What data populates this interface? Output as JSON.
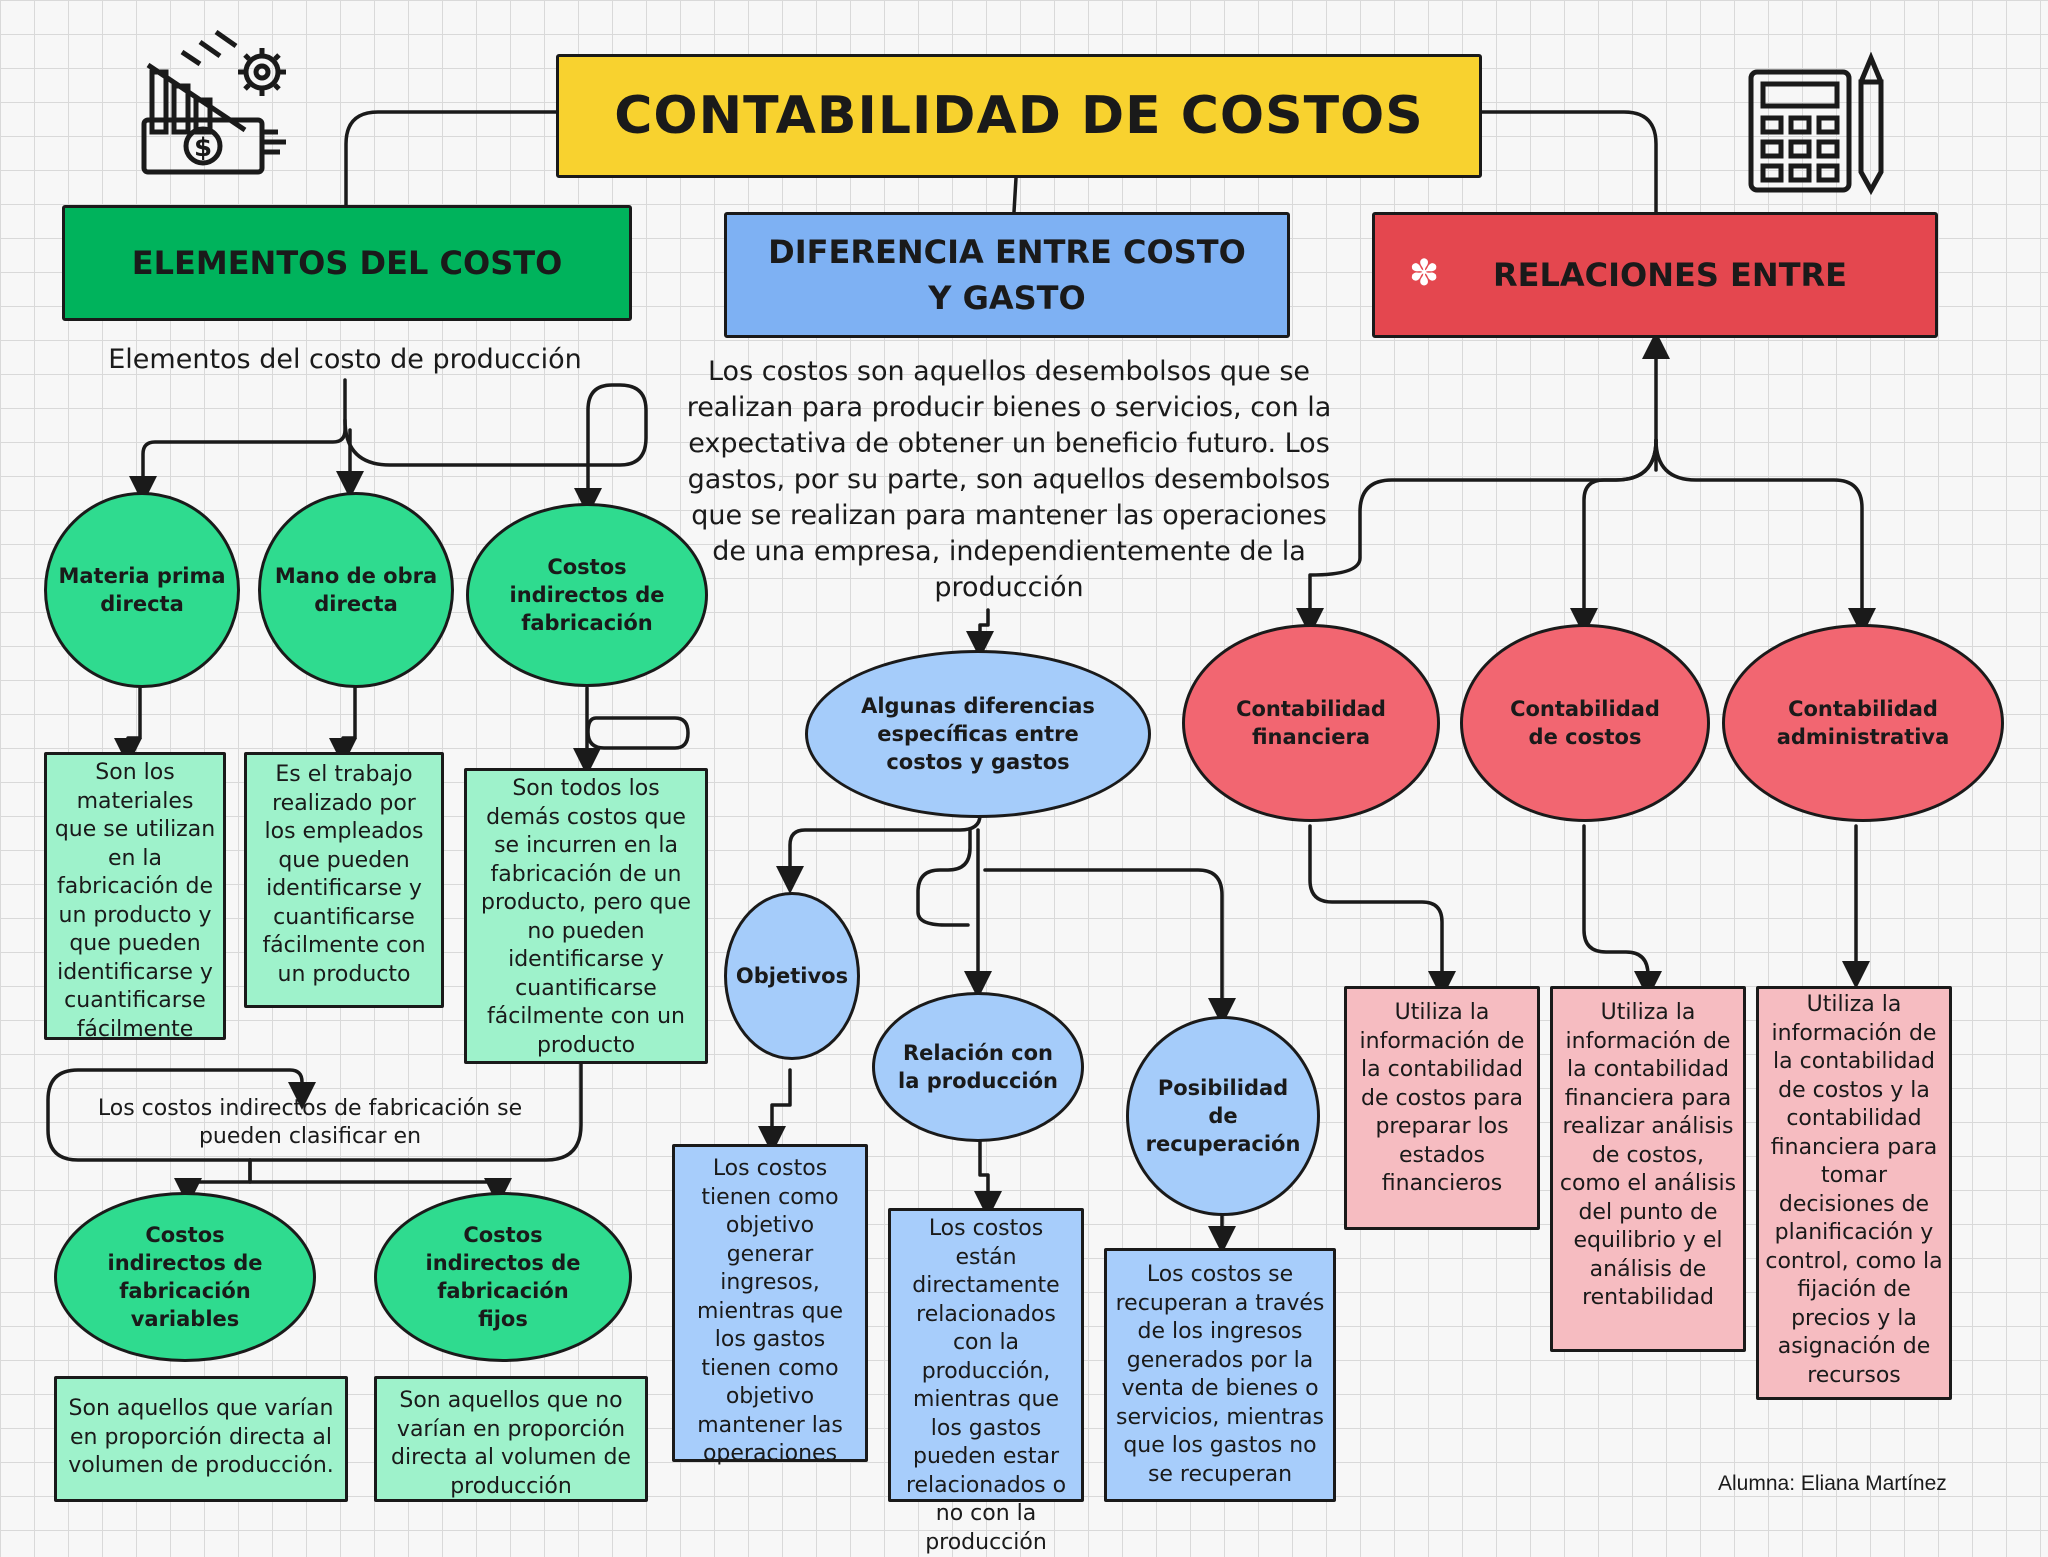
{
  "title": "CONTABILIDAD DE COSTOS",
  "headers": {
    "elementos": "ELEMENTOS DEL COSTO",
    "diferencia": "DIFERENCIA ENTRE COSTO Y GASTO",
    "relaciones": "RELACIONES ENTRE"
  },
  "elementos": {
    "intro": "Elementos del costo de producción",
    "nodes": [
      {
        "label": "Materia prima directa",
        "desc": "Son los materiales que se utilizan en la fabricación de un producto y que pueden identificarse y cuantificarse fácilmente"
      },
      {
        "label": "Mano de obra directa",
        "desc": "Es el trabajo realizado por los empleados que pueden identificarse y cuantificarse fácilmente con un producto"
      },
      {
        "label": "Costos indirectos de fabricación",
        "desc": "Son todos los demás costos que se incurren en la fabricación de un producto, pero que no pueden identificarse y cuantificarse fácilmente con un producto"
      }
    ],
    "clasificacion": "Los costos indirectos de fabricación se pueden clasificar en",
    "cif": [
      {
        "label": "Costos indirectos de fabricación variables",
        "desc": "Son aquellos que varían en proporción directa al volumen de producción."
      },
      {
        "label": "Costos indirectos de fabricación fijos",
        "desc": "Son aquellos que no varían en proporción directa al volumen de producción"
      }
    ]
  },
  "diferencia": {
    "intro": "Los costos son aquellos desembolsos que se realizan para producir bienes o servicios, con la expectativa de obtener un beneficio futuro. Los gastos, por su parte, son aquellos desembolsos que se realizan para mantener las operaciones de una empresa, independientemente de la producción",
    "center": "Algunas diferencias específicas entre costos y gastos",
    "nodes": [
      {
        "label": "Objetivos",
        "desc": "Los costos tienen como objetivo generar ingresos, mientras que los gastos tienen como objetivo mantener las operaciones"
      },
      {
        "label": "Relación con la producción",
        "desc": "Los costos están directamente relacionados con la producción, mientras que los gastos pueden estar relacionados o no con la producción"
      },
      {
        "label": "Posibilidad de recuperación",
        "desc": "Los costos se recuperan a través de los ingresos generados por la venta de bienes o servicios, mientras que los gastos no se recuperan"
      }
    ]
  },
  "relaciones": {
    "nodes": [
      {
        "label": "Contabilidad financiera",
        "desc": "Utiliza la información de la contabilidad de costos para preparar los estados financieros"
      },
      {
        "label": "Contabilidad de costos",
        "desc": "Utiliza la información de la contabilidad financiera para realizar análisis de costos, como el análisis del punto de equilibrio y el análisis de rentabilidad"
      },
      {
        "label": "Contabilidad administrativa",
        "desc": "Utiliza la información de la contabilidad de costos y la contabilidad financiera para tomar decisiones de planificación y control, como la fijación de precios y la asignación de recursos"
      }
    ]
  },
  "author": "Alumna: Eliana Martínez",
  "icons": [
    "finance-chart-money-icon",
    "calculator-icon",
    "sparkle-icon"
  ],
  "colors": {
    "title": "#f8d22f",
    "green": "#00b35c",
    "blue": "#7eb1f3",
    "red": "#e4474f"
  }
}
